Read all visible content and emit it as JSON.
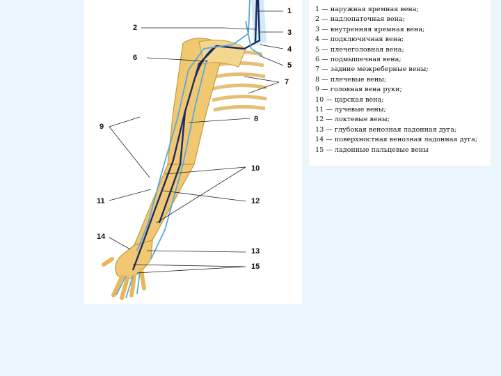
{
  "figure": {
    "callouts": [
      "1",
      "2",
      "3",
      "4",
      "5",
      "6",
      "7",
      "8",
      "9",
      "10",
      "11",
      "12",
      "13",
      "14",
      "15"
    ]
  },
  "legend": {
    "items": [
      "1 — наружная яремная вена;",
      "2 — надлопаточная вена;",
      "3 — внутренняя яремная вена;",
      "4 — подключичная вена;",
      "5 — плечеголовная вена;",
      "6 — подмышечная вена;",
      "7 — задние межреберные вены;",
      "8 — плечевые вены;",
      "9 — головная вена руки;",
      "10 — царская вена;",
      "11 — лучевые вены;",
      "12 — локтевые вены;",
      "13 — глубокая венозная ладонная дуга;",
      "14 — поверхностная венозная ладонная дуга;",
      "15 — ладонные пальцевые вены"
    ]
  },
  "colors": {
    "background": "#eaf6fb",
    "arm_fill": "#f0c872",
    "vein_dark": "#1a2a66",
    "vein_light": "#5aa8dc",
    "leader": "#222222"
  }
}
